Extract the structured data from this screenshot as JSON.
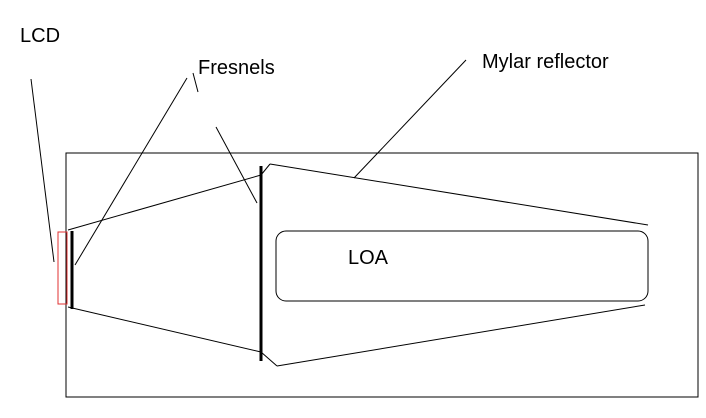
{
  "labels": {
    "lcd": "LCD",
    "fresnels": "Fresnels",
    "mylar": "Mylar reflector",
    "loa": "LOA"
  },
  "colors": {
    "line": "#000000",
    "lcd": "#e03030",
    "background": "#ffffff"
  }
}
